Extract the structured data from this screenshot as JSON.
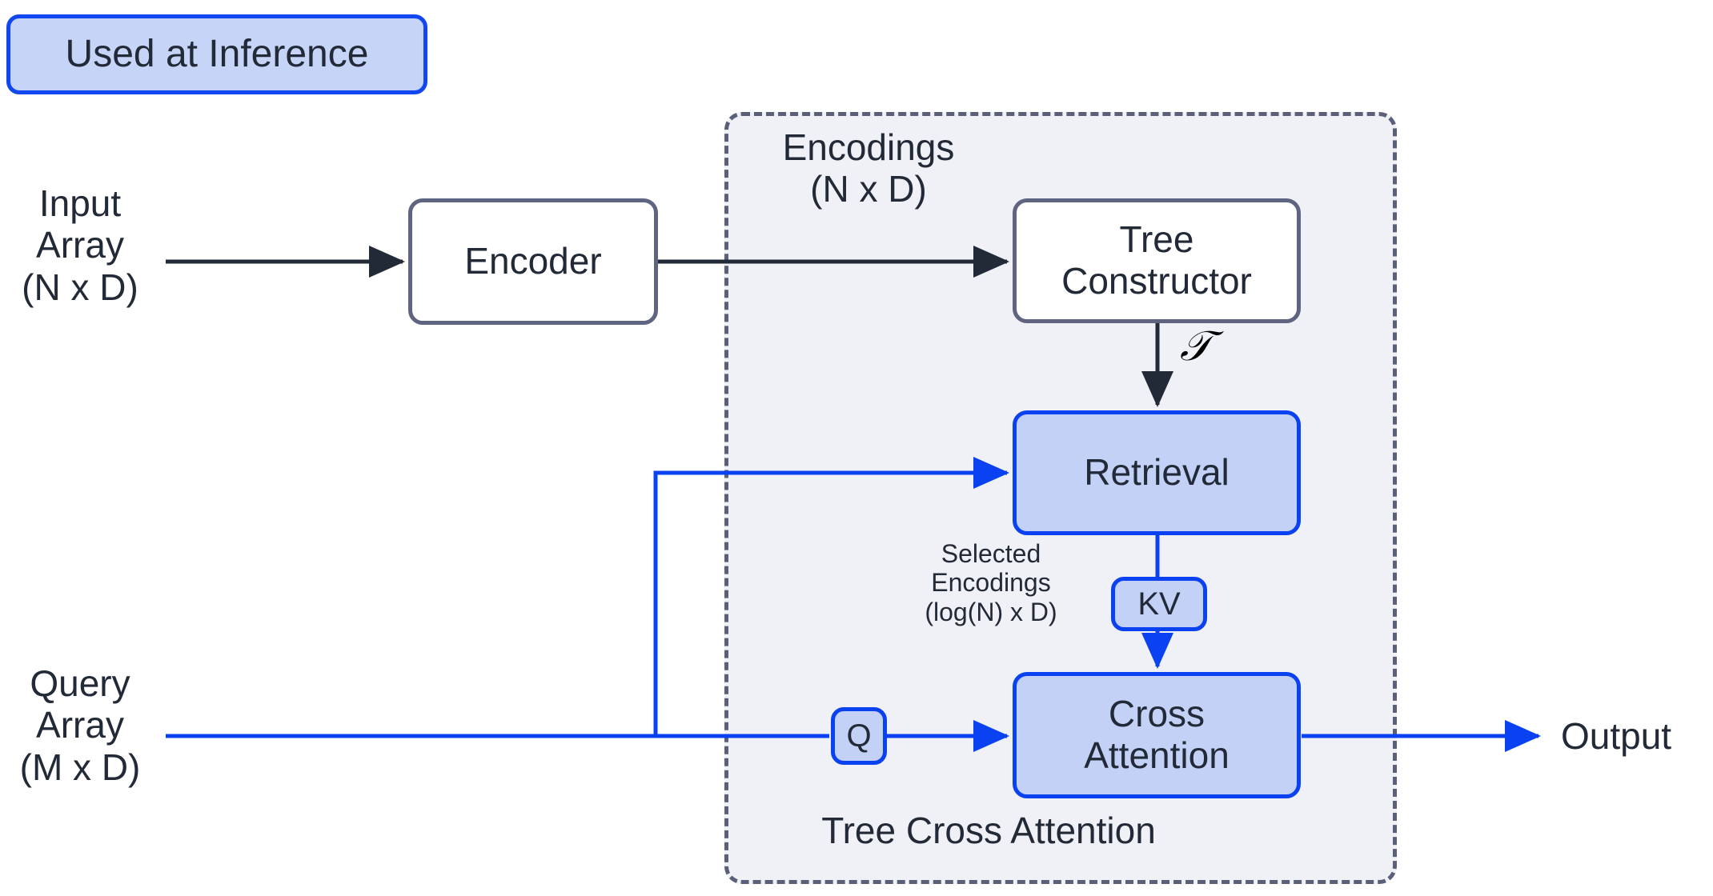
{
  "legend": {
    "label": "Used at Inference",
    "fill": "#c6d4f8",
    "border": "#1146f0"
  },
  "diagram": {
    "title": "Tree Cross Attention",
    "colors": {
      "inference_blue": "#0a41f0",
      "inference_fill": "#c3d1f7",
      "plain_border": "#5f6480",
      "region_fill": "#f0f1f6",
      "region_border": "#5a5f7a",
      "text": "#232a37",
      "black_edge": "#232a37"
    },
    "inputs": {
      "input_array": "Input\nArray\n(N x D)",
      "query_array": "Query\nArray\n(M x D)"
    },
    "outputs": {
      "output": "Output"
    },
    "nodes": {
      "encoder": "Encoder",
      "tree_constructor": "Tree\nConstructor",
      "retrieval": "Retrieval",
      "cross_attention": "Cross\nAttention",
      "kv": "KV",
      "q": "Q"
    },
    "edge_labels": {
      "encodings": "Encodings\n(N x D)",
      "selected_encodings": "Selected\nEncodings\n(log(N) x D)",
      "tree_symbol": "𝒯"
    },
    "region_label": "Tree Cross Attention"
  }
}
